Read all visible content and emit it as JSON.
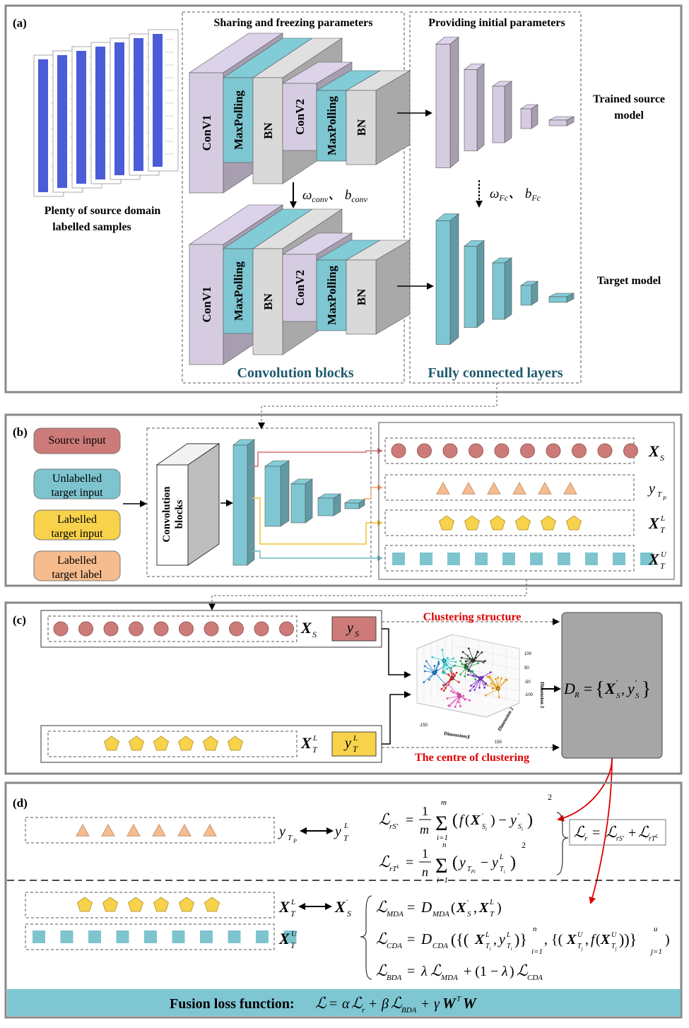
{
  "panels": {
    "a": {
      "label": "(a)",
      "header_left": "Sharing and freezing parameters",
      "header_right": "Providing initial parameters",
      "samples_caption_1": "Plenty of source domain",
      "samples_caption_2": "labelled samples",
      "layers": [
        "ConV1",
        "MaxPolling",
        "BN",
        "ConV2",
        "MaxPolling",
        "BN"
      ],
      "conv_params": "ωconv、bconv",
      "fc_params": "ωFc、bFc",
      "trained_source_1": "Trained source",
      "trained_source_2": "model",
      "target_model": "Target model",
      "conv_blocks_caption": "Convolution blocks",
      "fc_caption": "Fully connected layers"
    },
    "b": {
      "label": "(b)",
      "legend": [
        {
          "line1": "Source input",
          "line2": "",
          "color": "#cd7b78"
        },
        {
          "line1": "Unlabelled",
          "line2": "target input",
          "color": "#7ec4cf"
        },
        {
          "line1": "Labelled",
          "line2": "target input",
          "color": "#f8d24a"
        },
        {
          "line1": "Labelled",
          "line2": "target label",
          "color": "#f6bc8e"
        }
      ],
      "conv_box_1": "Convolution",
      "conv_box_2": "blocks",
      "row_labels": [
        "XS",
        "yTP",
        "XTL",
        "XTU"
      ]
    },
    "c": {
      "label": "(c)",
      "source_tag": "yS",
      "target_tag": "yTL",
      "clustering_structure": "Clustering structure",
      "centre_of_clustering": "The centre of clustering",
      "dim1": "Dimension 1",
      "dim2": "Dimension 2",
      "dim3": "Dimension 3",
      "dr_formula": "DR = {X'S, y'S}"
    },
    "d": {
      "label": "(d)",
      "fusion": "Fusion loss function:"
    }
  },
  "colors": {
    "purple": "#d6cce2",
    "teal": "#7ec6d2",
    "gray": "#d9d9d9",
    "source": "#cd7b78",
    "triangle": "#f6bc8e",
    "pentagon": "#f8d24a",
    "square": "#7ec4cf",
    "fusion_bar": "#7ec6d2",
    "red": "#e00000"
  }
}
